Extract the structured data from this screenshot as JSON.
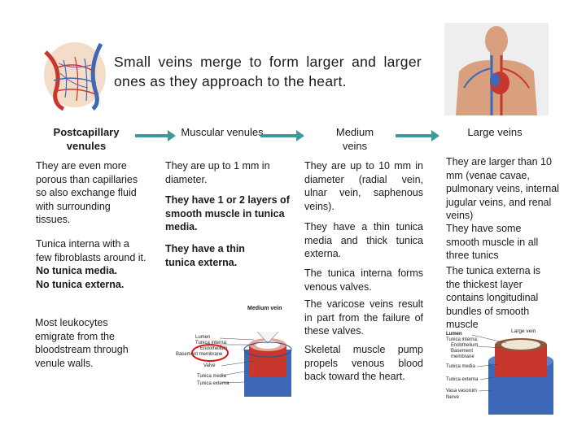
{
  "intro": "Small veins merge to form larger and larger ones as they approach to the heart.",
  "columns": [
    {
      "header": "Postcapillary venules",
      "paragraphs": [
        [
          "They are even more porous than capillaries so also exchange fluid with surrounding tissues."
        ],
        [
          "Tunica interna with a few fibroblasts around it.",
          "No tunica media.",
          "No tunica externa."
        ],
        [
          "Most leukocytes emigrate from the bloodstream through venule walls."
        ]
      ]
    },
    {
      "header": "Muscular venules",
      "paragraphs": [
        "They are up to 1 mm in diameter.",
        "They have 1 or 2 layers of smooth muscle in tunica media.",
        "They have a thin tunica externa."
      ]
    },
    {
      "header": "Medium veins",
      "paragraphs": [
        "They are up to 10 mm in diameter (radial vein, ulnar vein, saphenous veins).",
        "They have a thin tunica media and thick tunica externa.",
        "The tunica interna forms venous valves.",
        "The varicose veins result in part from the failure of these valves.",
        "Skeletal muscle pump propels venous blood back toward the heart."
      ]
    },
    {
      "header": "Large veins",
      "paragraphs": [
        "They are larger than 10 mm (venae cavae, pulmonary veins, internal jugular veins, and renal veins)",
        "They have some smooth muscle in all three tunics",
        "The tunica externa is the thickest layer contains longitudinal bundles of smooth muscle"
      ]
    }
  ],
  "medium_vein_diagram": {
    "title": "Medium vein",
    "labels": [
      "Lumen",
      "Tunica interna:",
      "Endothelium",
      "Basement membrane",
      "Valve",
      "Tunica media",
      "Tunica externa"
    ]
  },
  "large_vein_diagram": {
    "title": "Large vein",
    "labels": [
      "Lumen",
      "Tunica interna:",
      "Endothelium",
      "Basement membrane",
      "Tunica media",
      "Tunica externa",
      "Vasa vasorum",
      "Nerve"
    ]
  },
  "colors": {
    "arrow": "#3c9a9a",
    "vein_blue": "#3d68b8",
    "artery_red": "#c8372d",
    "valve_circle": "#d4171b"
  }
}
